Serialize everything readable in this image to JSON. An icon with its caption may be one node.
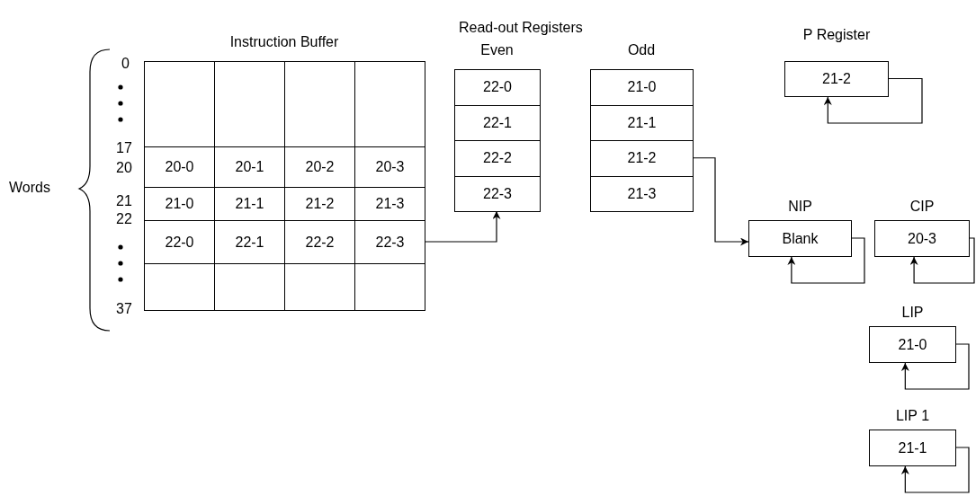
{
  "diagram": {
    "nodes": [
      {
        "text": [
          "Instruction Buffer"
        ]
      },
      {
        "text": [],
        "shape": "box",
        "in": 0
      },
      {
        "text": [],
        "shape": "box",
        "in": 0
      },
      {
        "text": [],
        "shape": "box",
        "in": 0
      },
      {
        "text": [],
        "shape": "box",
        "in": 0
      },
      {
        "text": [
          "20-0"
        ],
        "in": 0
      },
      {
        "text": [
          "20-1"
        ],
        "in": 0
      },
      {
        "text": [
          "20-2"
        ],
        "in": 0
      },
      {
        "text": [
          "20-3"
        ],
        "in": 0
      },
      {
        "text": [
          "21-0"
        ],
        "in": 0
      },
      {
        "text": [
          "21-1"
        ],
        "in": 0
      },
      {
        "text": [
          "21-2"
        ],
        "in": 0
      },
      {
        "text": [
          "21-3"
        ],
        "in": 0
      },
      {
        "text": [
          "22-0"
        ],
        "in": 0
      },
      {
        "text": [
          "22-1"
        ],
        "in": 0
      },
      {
        "text": [
          "22-2"
        ],
        "in": 0
      },
      {
        "text": [
          "22-3"
        ],
        "in": 0
      },
      {
        "text": [],
        "shape": "box",
        "in": 0
      },
      {
        "text": [],
        "shape": "box",
        "in": 0
      },
      {
        "text": [],
        "shape": "box",
        "in": 0
      },
      {
        "text": [],
        "shape": "box",
        "in": 0
      },
      {
        "text": [
          "Even"
        ]
      },
      {
        "text": [
          "22-0"
        ],
        "in": 21
      },
      {
        "text": [
          "22-1"
        ],
        "in": 21
      },
      {
        "text": [
          "22-2"
        ],
        "in": 21
      },
      {
        "text": [
          "22-3"
        ],
        "in": 21
      },
      {
        "text": [
          "Odd"
        ]
      },
      {
        "text": [
          "21-0"
        ],
        "in": 26
      },
      {
        "text": [
          "21-1"
        ],
        "in": 26
      },
      {
        "text": [
          "21-2"
        ],
        "in": 26
      },
      {
        "text": [
          "21-3"
        ],
        "in": 26
      },
      {
        "text": [
          "P Register",
          "21-2"
        ]
      },
      {
        "text": [
          "NIP",
          "Blank"
        ]
      },
      {
        "text": [
          "CIP",
          "20-3"
        ]
      },
      {
        "text": [
          "LIP",
          "21-0"
        ]
      },
      {
        "text": [
          "LIP 1",
          "21-1"
        ]
      }
    ],
    "edges": [
      {
        "from": 16,
        "to": 21,
        "arrow": "to"
      },
      {
        "from": 29,
        "to": 32,
        "arrow": "to"
      },
      {
        "from": 31,
        "to": 31,
        "arrow": "to"
      },
      {
        "from": 32,
        "to": 32,
        "arrow": "to"
      },
      {
        "from": 33,
        "to": 33,
        "arrow": "to"
      },
      {
        "from": 34,
        "to": 34,
        "arrow": "to"
      },
      {
        "from": 35,
        "to": 35,
        "arrow": "to"
      }
    ],
    "labels": [
      "Read-out Registers",
      "Words",
      "0",
      "17",
      "20",
      "21",
      "22",
      "37"
    ]
  }
}
